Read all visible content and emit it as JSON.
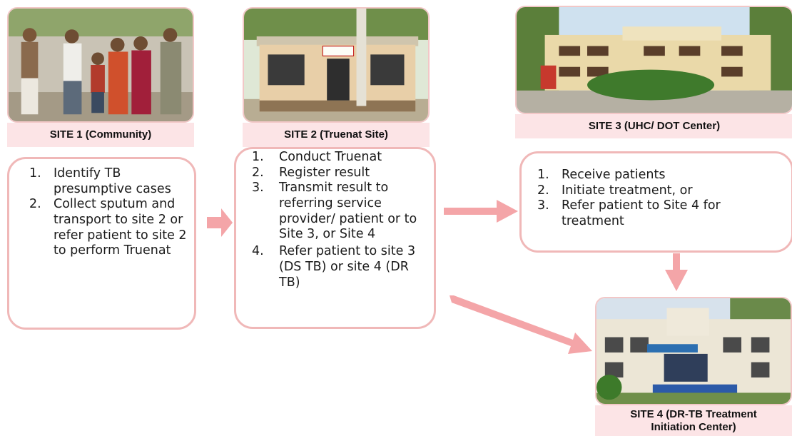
{
  "sites": [
    {
      "label": "SITE 1 (Community)",
      "steps": [
        {
          "num": "1.",
          "text": "Identify TB presumptive cases"
        },
        {
          "num": "2.",
          "text": "Collect sputum and transport to site 2 or refer patient to site 2 to perform Truenat"
        }
      ]
    },
    {
      "label": "SITE 2 (Truenat Site)",
      "steps": [
        {
          "num": "1.",
          "text": "Conduct Truenat"
        },
        {
          "num": "2.",
          "text": "Register result"
        },
        {
          "num": "3.",
          "text": "Transmit result to referring service provider/ patient or to Site 3, or Site 4"
        },
        {
          "num": "4.",
          "text": "Refer patient to site 3  (DS TB) or site 4 (DR TB)"
        }
      ]
    },
    {
      "label": "SITE 3 (UHC/ DOT Center)",
      "steps": [
        {
          "num": "1.",
          "text": "Receive patients"
        },
        {
          "num": "2.",
          "text": "Initiate treatment, or"
        },
        {
          "num": "3.",
          "text": "Refer patient to Site 4 for treatment"
        }
      ]
    },
    {
      "label_line1": "SITE 4 (DR-TB Treatment",
      "label_line2": "Initiation Center)"
    }
  ],
  "colors": {
    "arrow": "#f4a5a8",
    "box_border": "#f0b8b8",
    "label_bg": "#fce4e6"
  }
}
